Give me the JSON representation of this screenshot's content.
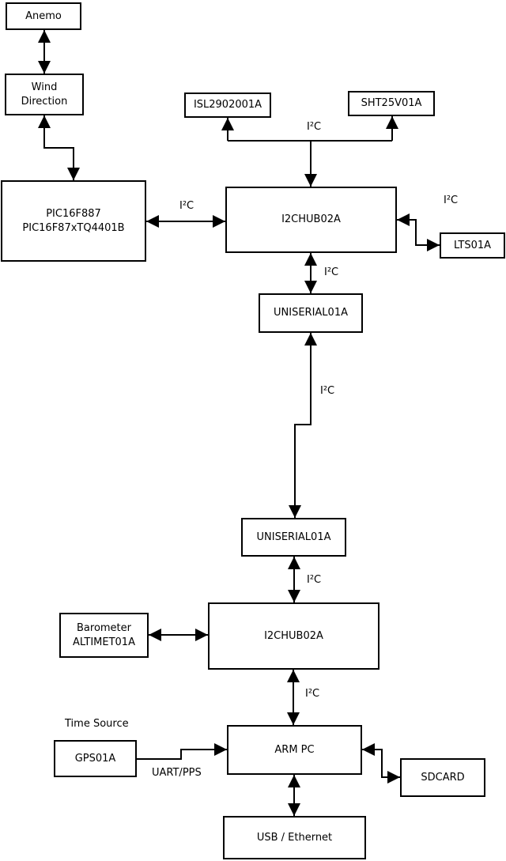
{
  "diagram": {
    "nodes": {
      "anemo": {
        "label": "Anemo"
      },
      "wind_direction": {
        "line1": "Wind",
        "line2": "Direction"
      },
      "pic": {
        "line1": "PIC16F887",
        "line2": "PIC16F87xTQ4401B"
      },
      "isl": {
        "label": "ISL2902001A"
      },
      "sht": {
        "label": "SHT25V01A"
      },
      "i2c_hub_1": {
        "label": "I2CHUB02A"
      },
      "lts": {
        "label": "LTS01A"
      },
      "uniserial_1": {
        "label": "UNISERIAL01A"
      },
      "uniserial_2": {
        "label": "UNISERIAL01A"
      },
      "i2c_hub_2": {
        "label": "I2CHUB02A"
      },
      "barometer": {
        "line1": "Barometer",
        "line2": "ALTIMET01A"
      },
      "arm_pc": {
        "label": "ARM PC"
      },
      "gps": {
        "label": "GPS01A"
      },
      "sdcard": {
        "label": "SDCARD"
      },
      "usb_ethernet": {
        "label": "USB / Ethernet"
      }
    },
    "edge_labels": {
      "i2c_sensors": "I²C",
      "i2c_lts": "I²C",
      "i2c_pic_hub": "I²C",
      "i2c_hub1_uniserial1": "I²C",
      "i2c_uniserial_link": "I²C",
      "i2c_uniserial2_hub2": "I²C",
      "i2c_hub2_armpc": "I²C",
      "time_source": "Time Source",
      "uart_pps": "UART/PPS"
    },
    "colors": {
      "line": "#000000",
      "box_fill": "#ffffff",
      "background": "#ffffff"
    }
  }
}
